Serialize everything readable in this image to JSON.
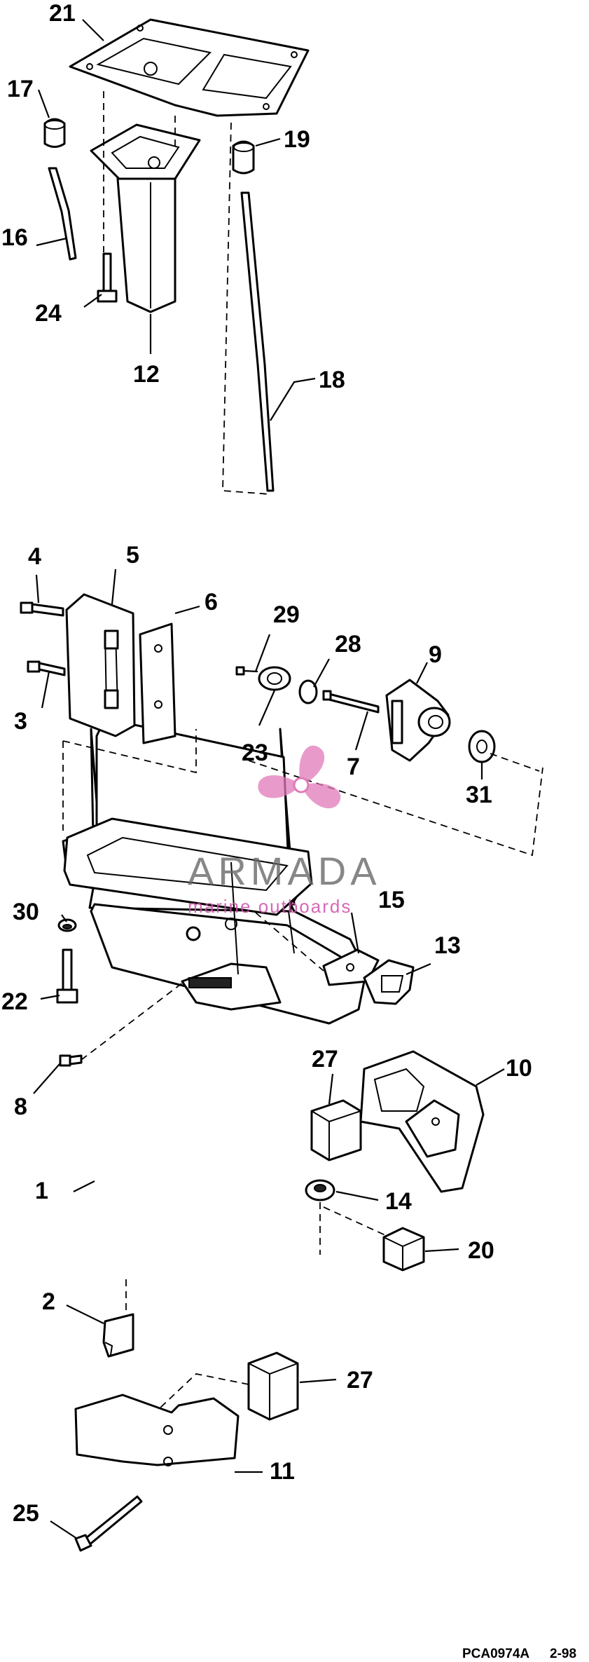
{
  "callouts": {
    "n1": "1",
    "n2": "2",
    "n3": "3",
    "n4": "4",
    "n5": "5",
    "n6": "6",
    "n7": "7",
    "n8": "8",
    "n9": "9",
    "n10": "10",
    "n11": "11",
    "n12": "12",
    "n13": "13",
    "n14": "14",
    "n15": "15",
    "n16": "16",
    "n17": "17",
    "n18": "18",
    "n19": "19",
    "n20": "20",
    "n21": "21",
    "n22": "22",
    "n23": "23",
    "n24": "24",
    "n25": "25",
    "n27a": "27",
    "n27b": "27",
    "n28": "28",
    "n29": "29",
    "n30": "30",
    "n31": "31"
  },
  "footer": {
    "code": "PCA0974A",
    "date": "2-98"
  },
  "watermark": {
    "brand": "ARMADA",
    "tagline": "marine outboards",
    "color": "#e07ab8",
    "icon": "propeller-icon"
  }
}
